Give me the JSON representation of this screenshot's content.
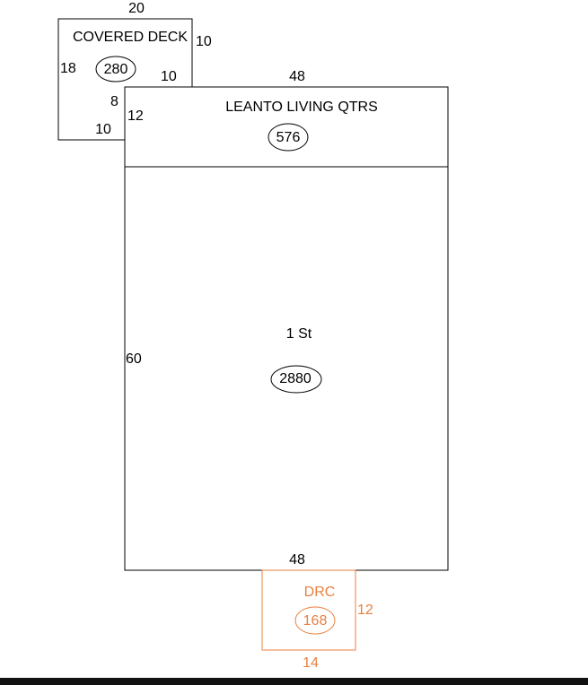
{
  "colors": {
    "line": "#000000",
    "text": "#000000",
    "drc": "#e8803f",
    "background": "#ffffff"
  },
  "areas": {
    "covered_deck": {
      "label": "COVERED DECK",
      "sqft": "280",
      "dims": {
        "top": "20",
        "right_top": "10",
        "left": "18",
        "inner_right": "10",
        "inner_step": "8",
        "bottom": "10"
      }
    },
    "leanto": {
      "label": "LEANTO LIVING QTRS",
      "sqft": "576",
      "dims": {
        "top": "48",
        "left": "12"
      }
    },
    "first_story": {
      "label": "1 St",
      "sqft": "2880",
      "dims": {
        "left": "60",
        "bottom": "48"
      }
    },
    "drc": {
      "label": "DRC",
      "sqft": "168",
      "dims": {
        "right": "12",
        "bottom": "14"
      }
    }
  }
}
